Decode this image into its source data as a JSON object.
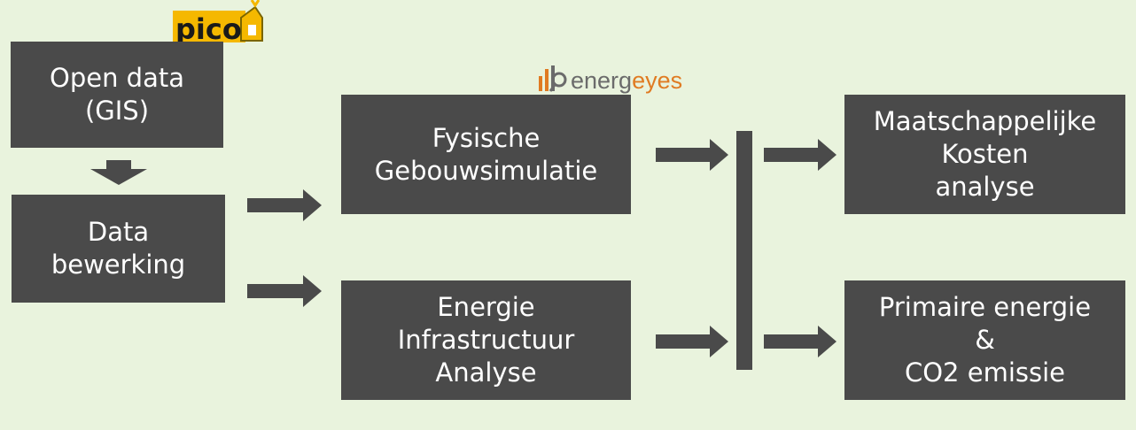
{
  "logos": {
    "pico": "pico",
    "energeyes_part1": "energ",
    "energeyes_part2": "eyes"
  },
  "boxes": {
    "open_data": [
      "Open data",
      "(GIS)"
    ],
    "data_processing": [
      "Data",
      "bewerking"
    ],
    "physical_sim": [
      "Fysische",
      "Gebouwsimulatie"
    ],
    "energy_infra": [
      "Energie",
      "Infrastructuur",
      "Analyse"
    ],
    "social_cost": [
      "Maatschappelijke",
      "Kosten",
      "analyse"
    ],
    "primary_energy": [
      "Primaire energie",
      "&",
      "CO2 emissie"
    ]
  },
  "colors": {
    "background": "#e9f3dd",
    "box": "#4a4a4a",
    "pico_yellow": "#f5b800",
    "energeyes_orange": "#e07b22",
    "energeyes_gray": "#6b6b6b"
  }
}
